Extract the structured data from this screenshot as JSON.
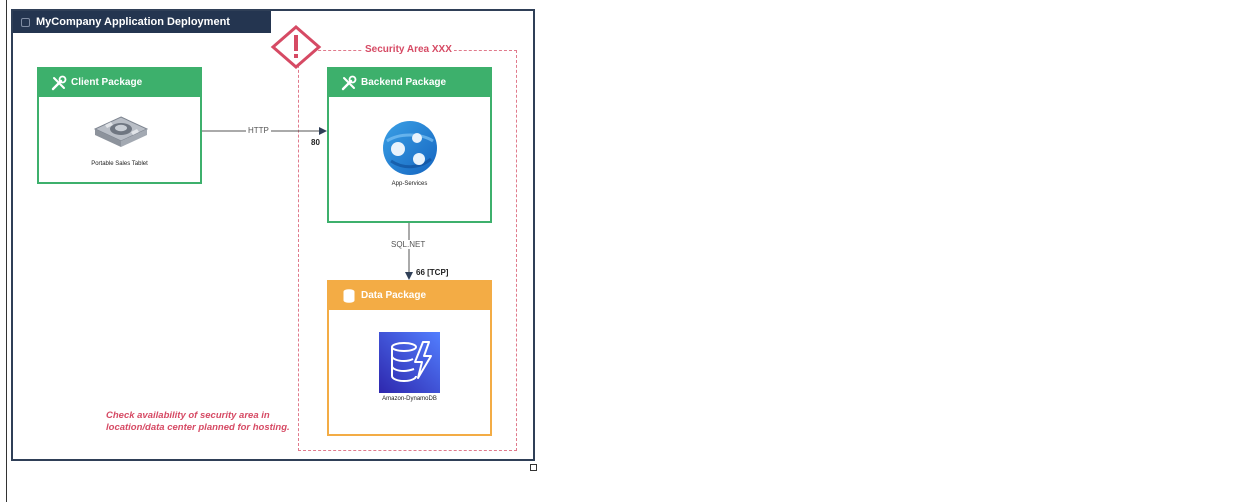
{
  "template": {
    "title": "MyCompany Application Deployment Template 01"
  },
  "security_area": {
    "label": "Security Area XXX",
    "warning_icon": "exclamation-diamond-icon",
    "note": "Check availability of security area in location/data center planned for hosting."
  },
  "packages": {
    "client": {
      "title": "Client Package",
      "icon": "tools-icon",
      "node_caption": "Portable Sales Tablet",
      "color": "#3db06c"
    },
    "backend": {
      "title": "Backend Package",
      "icon": "tools-icon",
      "node_caption": "App-Services",
      "color": "#3db06c"
    },
    "data": {
      "title": "Data Package",
      "icon": "database-icon",
      "node_caption": "Amazon-DynamoDB",
      "color": "#f3ac45"
    }
  },
  "connections": {
    "client_backend": {
      "label": "HTTP",
      "port": "80"
    },
    "backend_data": {
      "label": "SQL.NET",
      "port": "66 [TCP]"
    }
  }
}
